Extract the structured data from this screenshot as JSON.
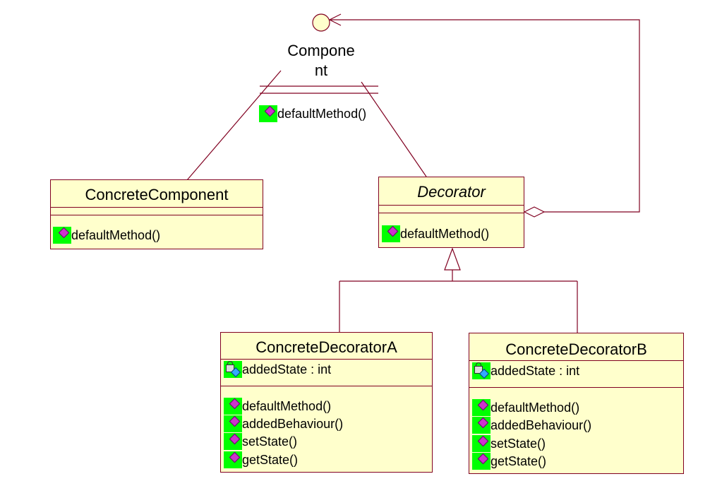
{
  "diagram": {
    "line_color": "#800020",
    "box_fill": "#ffffcc",
    "icon_fill": "#00ff00",
    "interface": {
      "name_line1": "Compone",
      "name_line2": "nt",
      "method": "defaultMethod()"
    },
    "concrete_component": {
      "name": "ConcreteComponent",
      "methods": [
        "defaultMethod()"
      ]
    },
    "decorator": {
      "name": "Decorator",
      "methods": [
        "defaultMethod()"
      ]
    },
    "concrete_decorator_a": {
      "name": "ConcreteDecoratorA",
      "attributes": [
        "addedState : int"
      ],
      "methods": [
        "defaultMethod()",
        "addedBehaviour()",
        "setState()",
        "getState()"
      ]
    },
    "concrete_decorator_b": {
      "name": "ConcreteDecoratorB",
      "attributes": [
        "addedState : int"
      ],
      "methods": [
        "defaultMethod()",
        "addedBehaviour()",
        "setState()",
        "getState()"
      ]
    }
  }
}
